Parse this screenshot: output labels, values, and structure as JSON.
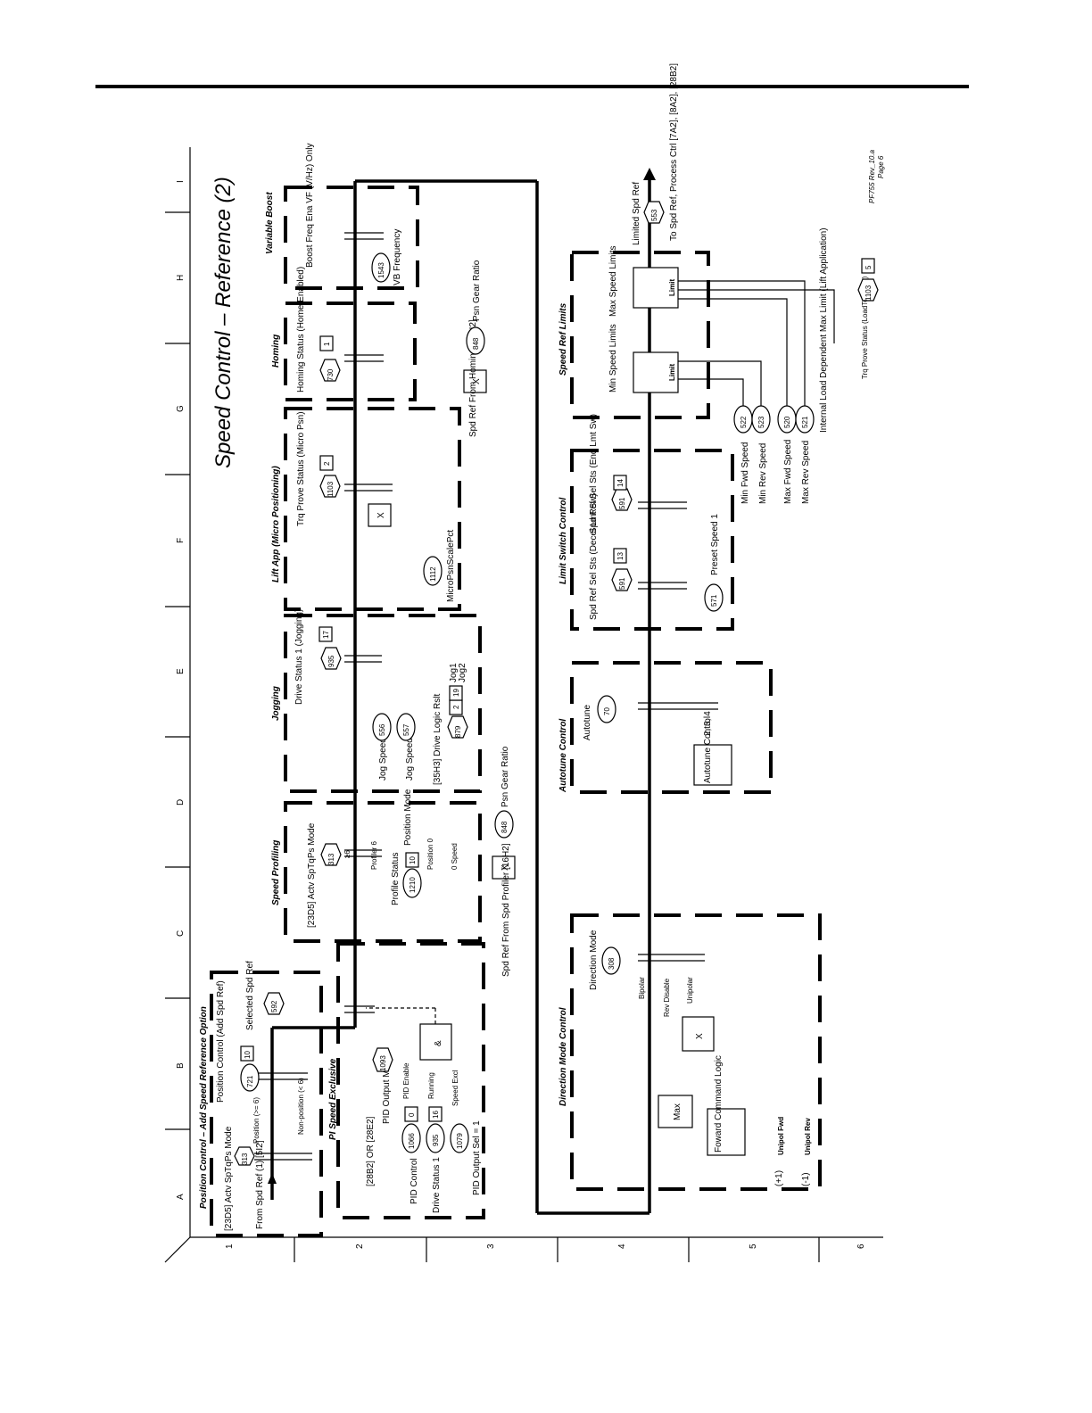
{
  "title": "Speed Control – Reference (2)",
  "footer_note": {
    "rev": "PF755 Rev_10.a",
    "page": "Page 6"
  },
  "grid": {
    "columns": [
      "A",
      "B",
      "C",
      "D",
      "E",
      "F",
      "G",
      "H",
      "I"
    ],
    "rows": [
      "1",
      "2",
      "3",
      "4",
      "5",
      "6"
    ]
  },
  "sections": {
    "position_control": "Position Control – Add Speed Reference Option",
    "pi_speed_exclusive": "PI Speed Exclusive",
    "speed_profiling": "Speed Profiling",
    "jogging": "Jogging",
    "lift_app": "Lift App (Micro Positioning)",
    "homing": "Homing",
    "variable_boost": "Variable Boost",
    "direction_mode": "Direction Mode Control",
    "autotune": "Autotune Control",
    "limit_switch": "Limit Switch Control",
    "speed_ref_limits": "Speed Ref Limits"
  },
  "labels": {
    "from_spd_ref": "From Spd Ref (1) [5I2]",
    "activ_mode_a": "[23D5] Actv SpTqPs Mode",
    "position_ge6": "Position (>= 6)",
    "nonposition_lt6": "Non-position (< 6)",
    "pos_ctrl_add": "Position Control (Add Spd Ref)",
    "selected_spd_ref": "Selected Spd Ref",
    "pid_output_meter": "PID Output Meter",
    "ref_28b2": "[28B2] OR [28E2]",
    "pid_control": "PID Control",
    "drive_status_1": "Drive Status 1",
    "pid_output_sel": "PID Output Sel = 1",
    "pid_enable": "PID Enable",
    "running": "Running",
    "speed_excl": "Speed Excl",
    "activ_mode_c": "[23D5] Actv SpTqPs Mode",
    "profiler_6": "Profiler 6",
    "ge6": "≥6",
    "profile_status": "Profile Status",
    "position_mode": "Position Mode",
    "position_0": "Position 0",
    "speed_0": "0 Speed",
    "spd_ref_profiler": "Spd Ref From Spd Profiler [16H2]",
    "psn_gear_ratio": "Psn Gear Ratio",
    "drive_status_jog": "Drive Status 1 (Jogging)",
    "jog_speed_1": "Jog Speed 1",
    "jog_speed_2": "Jog Speed 2",
    "drive_logic_rslt": "[35H3] Drive Logic Rslt",
    "jog1": "Jog1",
    "jog2": "Jog2",
    "trq_prove_micro": "Trq Prove Status (Micro Psn)",
    "micro_psn_scale": "MicroPsnScalePct",
    "homing_status": "Homing Status (Home Enabled)",
    "spd_ref_homing": "Spd Ref From Homing [17H2]",
    "boost_freq_ena": "Boost Freq Ena VF (V/Hz) Only",
    "vb_frequency": "VB Frequency",
    "direction_mode": "Direction Mode",
    "bipolar": "Bipolar",
    "rev_disable": "Rev Disable",
    "unipolar": "Unipolar",
    "max": "Max",
    "forward_cmd_logic": "Foward Command Logic",
    "unipol_fwd": "Unipol Fwd",
    "unipol_rev": "Unipol Rev",
    "plus1": "(+1)",
    "minus1": "(-1)",
    "autotune": "Autotune",
    "autotune_control": "Autotune Control",
    "autotune_vals": "2, 3, 4",
    "spd_ref_sel_decel": "Spd Ref Sel Sts (Decel Lmt Sw)",
    "spd_ref_sel_end": "Spd Ref Sel Sts (End Lmt Sw)",
    "preset_speed_1": "Preset Speed 1",
    "min_speed_limits": "Min Speed Limits",
    "max_speed_limits": "Max Speed Limits",
    "limit": "Limit",
    "min_fwd_speed": "Min Fwd Speed",
    "min_rev_speed": "Min Rev Speed",
    "max_fwd_speed": "Max Fwd Speed",
    "max_rev_speed": "Max Rev Speed",
    "internal_load": "Internal Load Dependent Max Limit (Lift Application)",
    "trq_prove_load": "Trq Prove Status (LoadTestActv)",
    "limited_spd_ref": "Limited Spd Ref",
    "to_spd_ref": "To Spd Ref, Process Ctrl [7A2], [8A2], [28B2]",
    "x": "X",
    "and": "&",
    "zero": "0",
    "one": "1",
    "zero_one": "0,1",
    "one_zero": "1,0",
    "two": "2"
  },
  "params": {
    "p313": "313",
    "p721": "721",
    "p592": "592",
    "p1093": "1093",
    "p1066": "1066",
    "p935": "935",
    "p1079": "1079",
    "p1210": "1210",
    "p848": "848",
    "p556": "556",
    "p557": "557",
    "p879": "879",
    "p1103": "1103",
    "p1112": "1112",
    "p730": "730",
    "p1543": "1543",
    "p308": "308",
    "p70": "70",
    "p591": "591",
    "p571": "571",
    "p522": "522",
    "p523": "523",
    "p520": "520",
    "p521": "521",
    "p553": "553"
  },
  "bits": {
    "b10": "10",
    "b0": "0",
    "b16": "16",
    "b10p": "10",
    "b17": "17",
    "b2": "2",
    "b19": "19",
    "b1": "1",
    "b13": "13",
    "b14": "14",
    "b5": "5"
  }
}
